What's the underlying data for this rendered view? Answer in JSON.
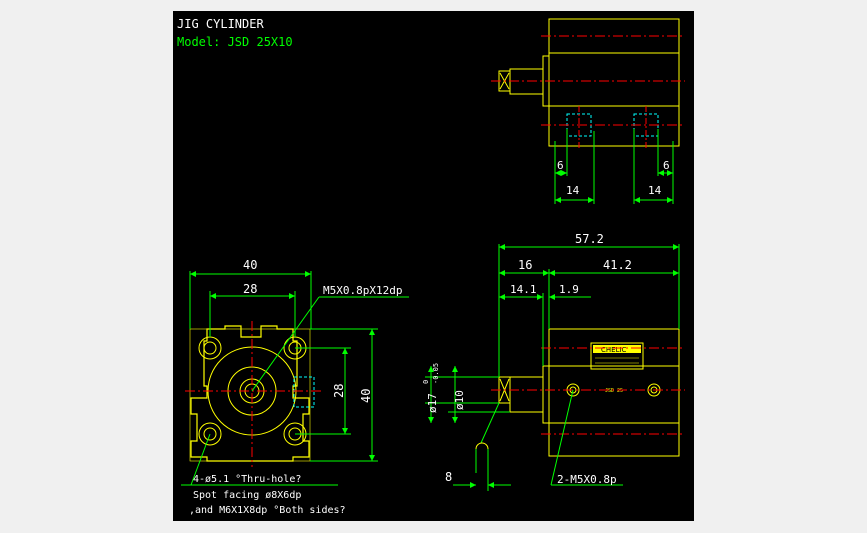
{
  "title": "JIG CYLINDER",
  "model": "Model: JSD 25X10",
  "top_view": {
    "dim_left_small": "6",
    "dim_right_small": "6",
    "dim_left_large": "14",
    "dim_right_large": "14"
  },
  "front_view": {
    "dim_width": "40",
    "dim_inner": "28",
    "dim_height_inner": "28",
    "dim_height": "40",
    "thread_note": "M5X0.8pX12dp",
    "hole_note_1": "4-ø5.1 °Thru-hole?",
    "hole_note_2": "Spot facing ø8X6dp",
    "hole_note_3": ",and M6X1X8dp °Both sides?"
  },
  "side_view": {
    "dim_total": "57.2",
    "dim_rod": "16",
    "dim_body": "41.2",
    "dim_a": "14.1",
    "dim_b": "1.9",
    "dim_dia_rod": "ø10",
    "dim_dia_boss": "ø17",
    "dim_tol_upper": "0",
    "dim_tol_lower": "-0.05",
    "dim_wrench": "8",
    "port_note": "2-M5X0.8p",
    "label_brand": "CHELIC",
    "label_small": "JSD 25"
  },
  "colors": {
    "background": "#000000",
    "outline": "#ffff00",
    "dimension": "#00ff00",
    "centerline": "#ff0000",
    "hidden": "#00ffff",
    "text": "#ffffff"
  }
}
